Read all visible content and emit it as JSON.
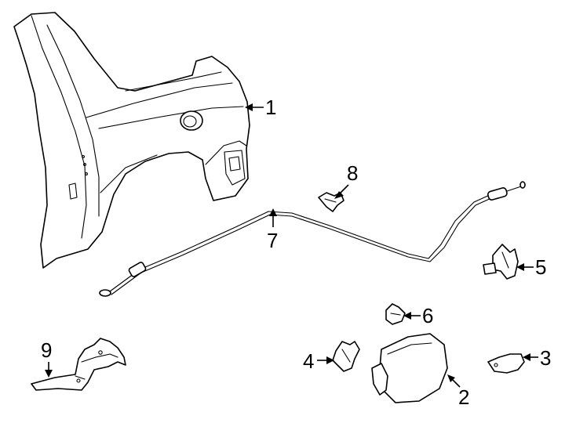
{
  "diagram": {
    "callouts": [
      {
        "id": "1",
        "label": "1",
        "part": "quarter-panel"
      },
      {
        "id": "2",
        "label": "2",
        "part": "fuel-door"
      },
      {
        "id": "3",
        "label": "3",
        "part": "door-bracket"
      },
      {
        "id": "4",
        "label": "4",
        "part": "hinge"
      },
      {
        "id": "5",
        "label": "5",
        "part": "lock-actuator"
      },
      {
        "id": "6",
        "label": "6",
        "part": "clip"
      },
      {
        "id": "7",
        "label": "7",
        "part": "release-cable"
      },
      {
        "id": "8",
        "label": "8",
        "part": "cable-clip"
      },
      {
        "id": "9",
        "label": "9",
        "part": "release-lever"
      }
    ],
    "colors": {
      "line": "#000000",
      "fill": "#ffffff",
      "background": "#ffffff"
    }
  }
}
